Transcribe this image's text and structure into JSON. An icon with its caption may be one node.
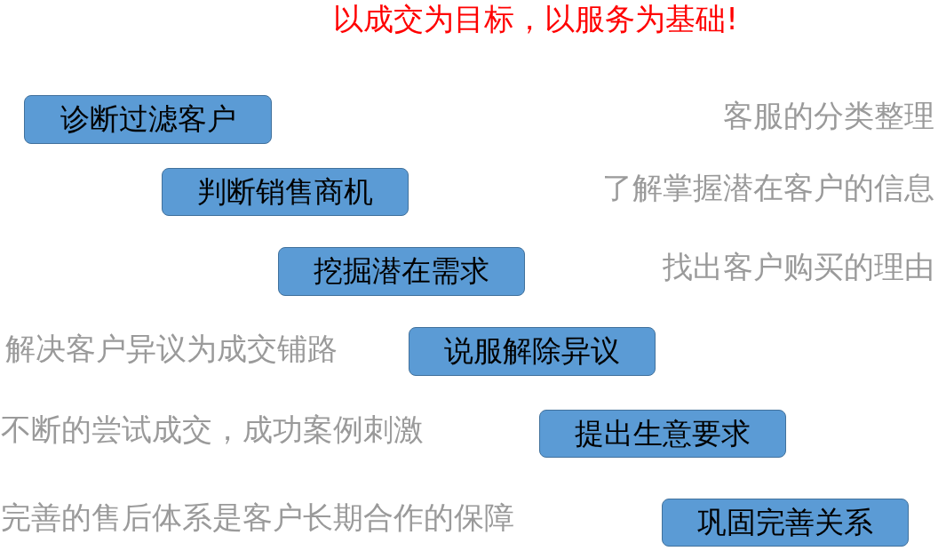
{
  "diagram": {
    "title": "以成交为目标，以服务为基础!",
    "nodes": [
      {
        "text": [
          "诊断过滤客户"
        ]
      },
      {
        "text": [
          "判断销售商机"
        ]
      },
      {
        "text": [
          "挖掘潜在需求"
        ]
      },
      {
        "text": [
          "说服解除异议"
        ]
      },
      {
        "text": [
          "提出生意要求"
        ]
      },
      {
        "text": [
          "巩固完善关系"
        ]
      }
    ],
    "labels": [
      "客服的分类整理",
      "了解掌握潜在客户的信息",
      "找出客户购买的理由",
      "解决客户异议为成交铺路",
      "不断的尝试成交，成功案例刺激",
      "完善的售后体系是客户长期合作的保障"
    ]
  }
}
